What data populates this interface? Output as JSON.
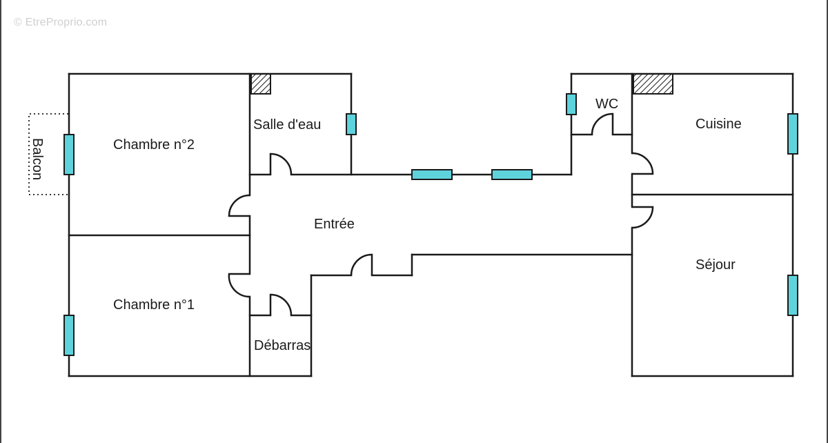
{
  "watermark": "© EtreProprio.com",
  "rooms": {
    "balcon": "Balcon",
    "chambre2": "Chambre n°2",
    "salle_eau": "Salle d'eau",
    "wc": "WC",
    "cuisine": "Cuisine",
    "entree": "Entrée",
    "chambre1": "Chambre n°1",
    "debarras": "Débarras",
    "sejour": "Séjour"
  },
  "colors": {
    "wall": "#1a1a1a",
    "window": "#5fd3dc",
    "hatch": "#1a1a1a"
  }
}
